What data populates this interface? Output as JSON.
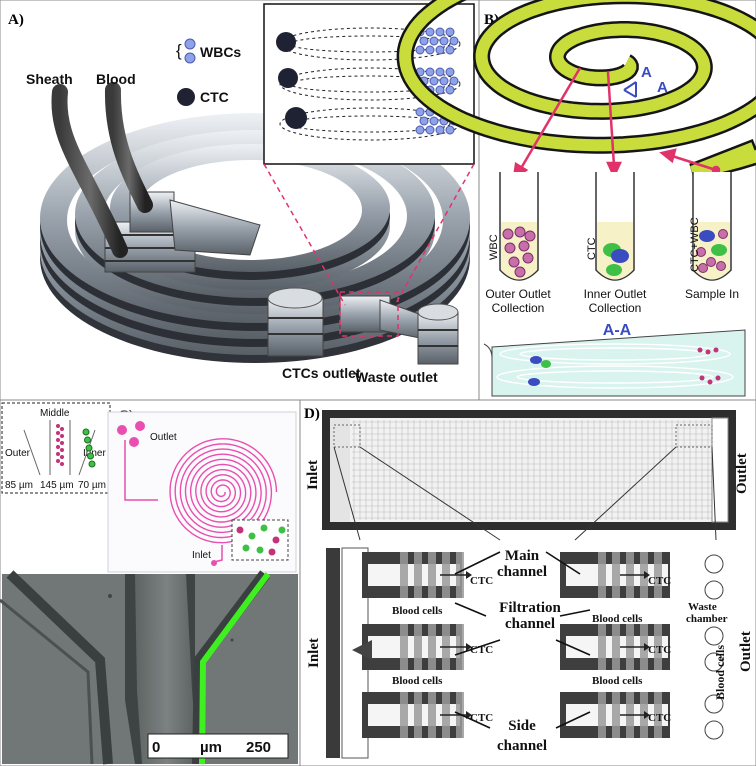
{
  "panels": {
    "a": {
      "label": "A)",
      "sheath": "Sheath",
      "blood": "Blood",
      "wbcs": "WBCs",
      "ctc": "CTC",
      "ctcs_outlet": "CTCs outlet",
      "waste_outlet": "Waste outlet"
    },
    "b": {
      "label": "B)",
      "section_mark_1": "A",
      "section_mark_2": "A",
      "tube1_tag": "WBC",
      "tube1_caption_1": "Outer Outlet",
      "tube1_caption_2": "Collection",
      "tube2_tag": "CTC",
      "tube2_caption_1": "Inner Outlet",
      "tube2_caption_2": "Collection",
      "tube3_tag": "CTC+WBC",
      "tube3_caption_1": "Sample In",
      "section_title": "A-A"
    },
    "c": {
      "label": "C)",
      "middle": "Middle",
      "outer": "Outer",
      "inner": "Inner",
      "w1": "85 µm",
      "w2": "145 µm",
      "w3": "70 µm",
      "outlet": "Outlet",
      "inlet": "Inlet",
      "scale_zero": "0",
      "scale_unit": "µm",
      "scale_value": "250"
    },
    "d": {
      "label": "D)",
      "inlet_top": "Inlet",
      "outlet_top": "Outlet",
      "main_channel_1": "Main",
      "main_channel_2": "channel",
      "filtration_1": "Filtration",
      "filtration_2": "channel",
      "side_1": "Side",
      "side_2": "channel",
      "ctc": "CTC",
      "blood_cells": "Blood cells",
      "waste_1": "Waste",
      "waste_2": "chamber",
      "inlet_bottom": "Inlet",
      "outlet_bottom": "Outlet",
      "blood_cells_vertical": "Blood cells"
    }
  },
  "colors": {
    "spiral_green": "#c8dc3c",
    "pink_arrow": "#e0336a",
    "magenta": "#e84fb0",
    "fluor_green": "#3ef020",
    "wbc_blue": "#5a67c8",
    "ctc_dark": "#1e2233"
  }
}
